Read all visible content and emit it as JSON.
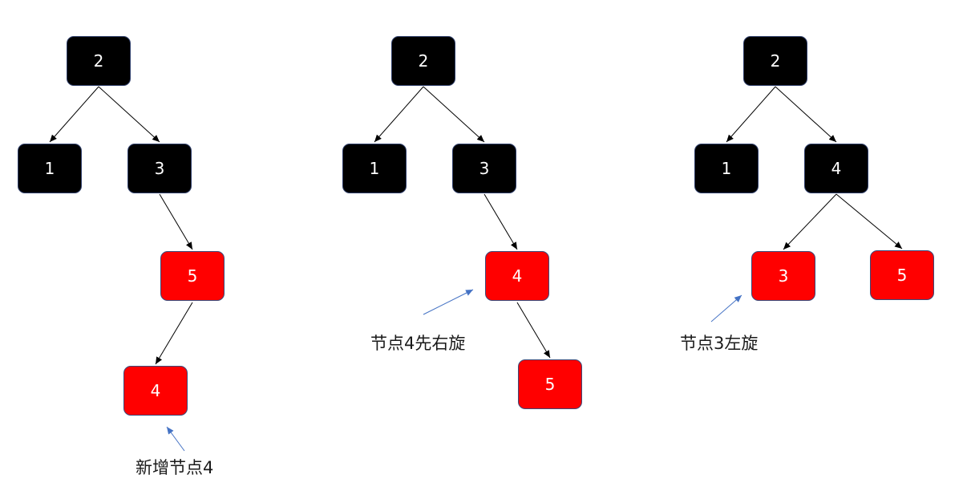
{
  "colors": {
    "black_node": "#000000",
    "red_node": "#ff0000",
    "node_text": "#ffffff",
    "edge": "#000000",
    "annotation_arrow": "#4472c4"
  },
  "diagram1": {
    "n2": "2",
    "n1": "1",
    "n3": "3",
    "n5": "5",
    "n4": "4",
    "annotation": "新增节点4"
  },
  "diagram2": {
    "n2": "2",
    "n1": "1",
    "n3": "3",
    "n4": "4",
    "n5": "5",
    "annotation": "节点4先右旋"
  },
  "diagram3": {
    "n2": "2",
    "n1": "1",
    "n4": "4",
    "n3": "3",
    "n5": "5",
    "annotation": "节点3左旋"
  }
}
